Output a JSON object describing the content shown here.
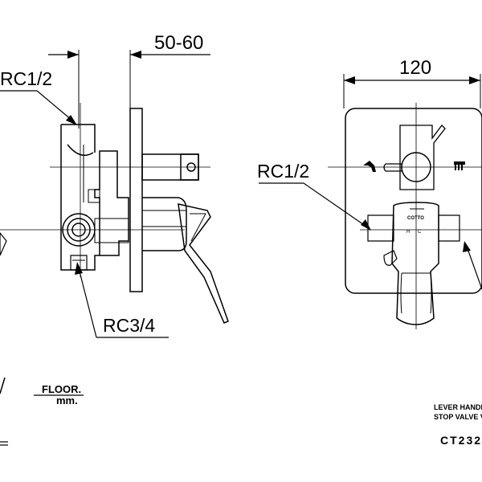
{
  "dimensions": {
    "side_depth": "50-60",
    "front_width": "120"
  },
  "labels": {
    "side_inlet": "RC1/2",
    "side_outlet": "RC3/4",
    "front_inlet": "RC1/2"
  },
  "floor": {
    "label": "FLOOR.",
    "unit": "mm."
  },
  "title_block": {
    "line1": "LEVER HANDE",
    "line2": "STOP VALVE V",
    "model": "CT232"
  },
  "brand_mark": "COTTO",
  "icons": [
    "spout-icon",
    "shower-icon"
  ]
}
